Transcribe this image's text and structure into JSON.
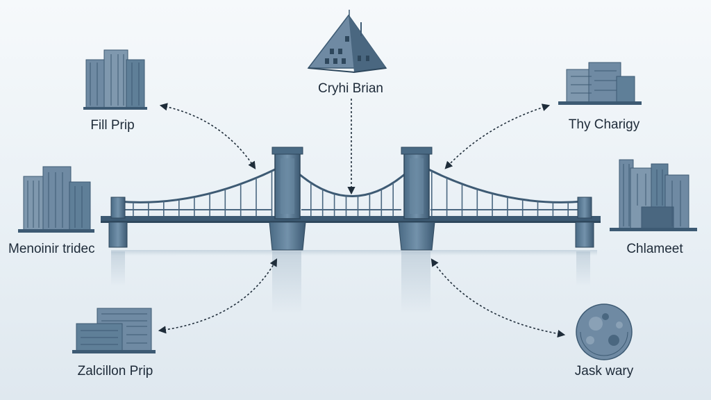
{
  "diagram": {
    "nodes": [
      {
        "id": "top",
        "label": "Cryhi Brian"
      },
      {
        "id": "top-left",
        "label": "Fill Prip"
      },
      {
        "id": "mid-left",
        "label": "Menoinir tridec"
      },
      {
        "id": "bottom-left",
        "label": "Zalcillon Prip"
      },
      {
        "id": "top-right",
        "label": "Thy Charigy"
      },
      {
        "id": "mid-right",
        "label": "Chlameet"
      },
      {
        "id": "bottom-right",
        "label": "Jask wary"
      }
    ],
    "colors": {
      "steel": "#5f7f98",
      "steel_dark": "#3d5a73",
      "building": "#6f8aa3",
      "building_dark": "#4a6780",
      "arrow": "#1f2d3a"
    }
  }
}
